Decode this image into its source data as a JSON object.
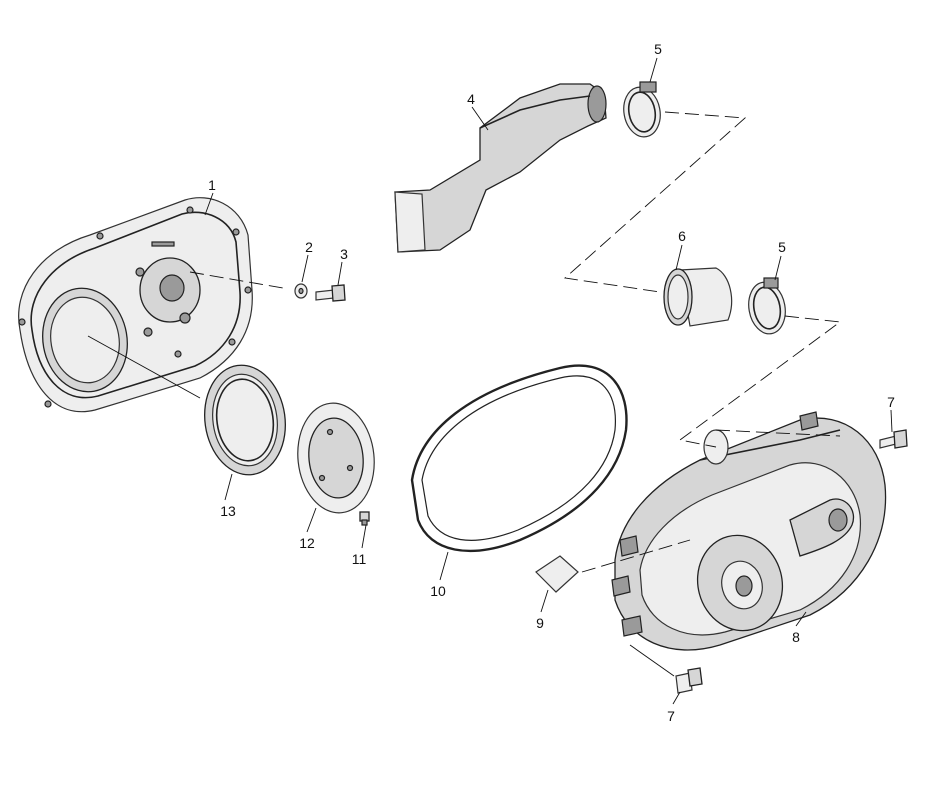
{
  "diagram": {
    "callouts": {
      "c1": "1",
      "c2": "2",
      "c3": "3",
      "c4": "4",
      "c5a": "5",
      "c5b": "5",
      "c6": "6",
      "c7a": "7",
      "c7b": "7",
      "c8": "8",
      "c9": "9",
      "c10": "10",
      "c11": "11",
      "c12": "12",
      "c13": "13"
    }
  }
}
